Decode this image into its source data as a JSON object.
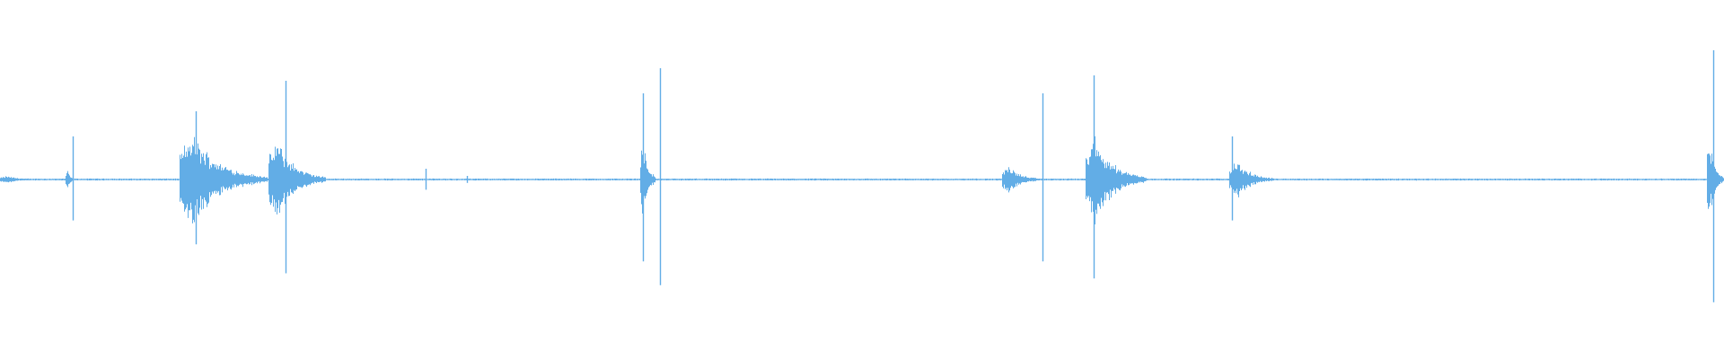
{
  "chart_data": {
    "type": "area",
    "x_range": [
      0,
      1
    ],
    "y_range": [
      -1,
      1
    ],
    "grid": false,
    "legend": "none",
    "series": [
      {
        "color": "#62ade6",
        "baseline_amplitude": 0.006,
        "segments": [
          {
            "start": 0.0,
            "end": 0.0255,
            "amp": 0.022
          },
          {
            "start": 0.0379,
            "end": 0.0436,
            "amp": 0.06
          },
          {
            "start": 0.1037,
            "end": 0.155,
            "amp": 0.28
          },
          {
            "start": 0.1556,
            "end": 0.1887,
            "amp": 0.24
          },
          {
            "start": 0.3712,
            "end": 0.3801,
            "amp": 0.28
          },
          {
            "start": 0.581,
            "end": 0.6037,
            "amp": 0.09
          },
          {
            "start": 0.6294,
            "end": 0.665,
            "amp": 0.26
          },
          {
            "start": 0.7129,
            "end": 0.739,
            "amp": 0.12
          },
          {
            "start": 0.9898,
            "end": 1.0,
            "amp": 0.24
          }
        ],
        "spikes": [
          {
            "x": 0.0424,
            "amp": 0.24
          },
          {
            "x": 0.1135,
            "amp": 0.38
          },
          {
            "x": 0.1658,
            "amp": 0.55
          },
          {
            "x": 0.2467,
            "amp": 0.06
          },
          {
            "x": 0.2709,
            "amp": 0.02
          },
          {
            "x": 0.3731,
            "amp": 0.48
          },
          {
            "x": 0.3827,
            "amp": 0.62
          },
          {
            "x": 0.6045,
            "amp": 0.48
          },
          {
            "x": 0.6345,
            "amp": 0.58
          },
          {
            "x": 0.7148,
            "amp": 0.24
          },
          {
            "x": 0.9936,
            "amp": 0.72
          }
        ]
      }
    ]
  }
}
